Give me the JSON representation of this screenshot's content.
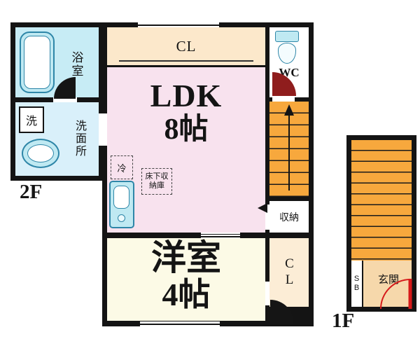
{
  "floor2": {
    "label": "2F",
    "bathroom": "浴室",
    "washer": "洗",
    "washroom": "洗面所",
    "closet_top": "CL",
    "wc": "WC",
    "ldk": "LDK",
    "ldk_size": "8帖",
    "fridge": "冷",
    "underfloor": "床下収納庫",
    "storage": "収納",
    "western": "洋室",
    "western_size": "4帖",
    "closet_bottom": "CL"
  },
  "floor1": {
    "label": "1F",
    "entrance": "玄関",
    "shoebox": "SB"
  },
  "colors": {
    "wall": "#141414",
    "bathroom": "#c7ecf5",
    "washroom": "#d9f0fa",
    "closet": "#fce8cb",
    "ldk": "#f8e2ee",
    "stairs": "#f7a83d",
    "western": "#fcfae6",
    "closet_bottom": "#fcedd6",
    "entrance_floor": "#f6d8ab",
    "fixture": "#bfe9f2",
    "fixture_line": "#2e86a8",
    "door_red": "#d61a1a"
  }
}
